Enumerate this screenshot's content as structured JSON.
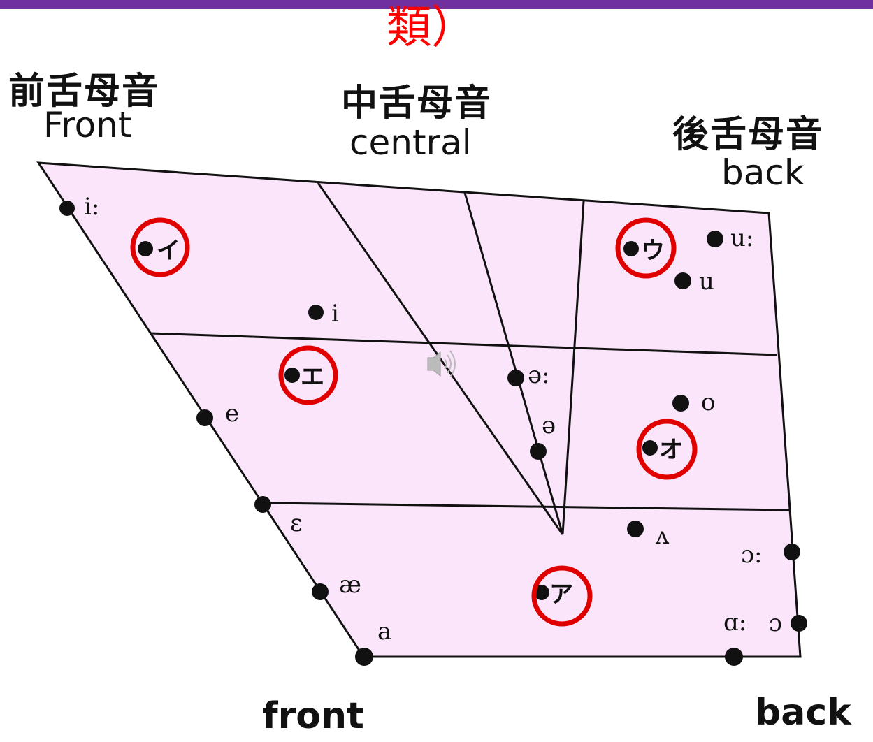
{
  "title_fragment": "類）",
  "headers": {
    "front_ja": "前舌母音",
    "front_en": "Front",
    "central_ja": "中舌母音",
    "central_en": "central",
    "back_ja": "後舌母音",
    "back_en": "back"
  },
  "footer": {
    "front": "front",
    "back": "back"
  },
  "vowels": [
    {
      "symbol": "i:"
    },
    {
      "symbol": "i"
    },
    {
      "symbol": "e"
    },
    {
      "symbol": "ɛ"
    },
    {
      "symbol": "æ"
    },
    {
      "symbol": "a"
    },
    {
      "symbol": "ə:"
    },
    {
      "symbol": "ə"
    },
    {
      "symbol": "u:"
    },
    {
      "symbol": "u"
    },
    {
      "symbol": "o"
    },
    {
      "symbol": "ʌ"
    },
    {
      "symbol": "ɔ:"
    },
    {
      "symbol": "ɑ:"
    },
    {
      "symbol": "ɔ"
    }
  ],
  "japanese_vowels": [
    {
      "kana": "イ"
    },
    {
      "kana": "エ"
    },
    {
      "kana": "ア"
    },
    {
      "kana": "オ"
    },
    {
      "kana": "ウ"
    }
  ],
  "colors": {
    "bar": "#7030a0",
    "fill": "#fbe5fb",
    "circle": "#e00000",
    "title": "#ff0000"
  },
  "audio_icon": "speaker-icon"
}
